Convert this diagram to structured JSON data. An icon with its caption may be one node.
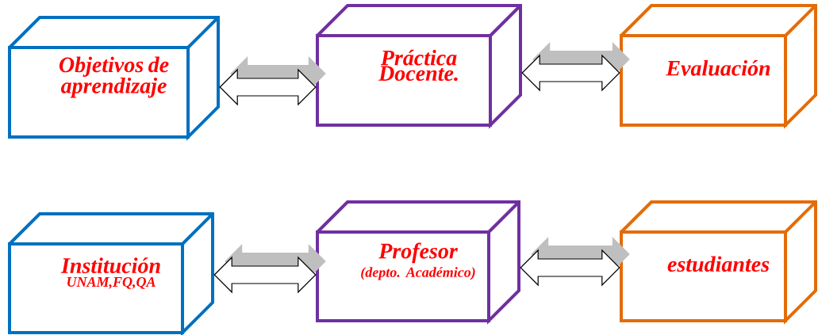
{
  "diagram": {
    "nodes": [
      {
        "text": [
          "Objetivos de aprendizaje"
        ]
      },
      {
        "text": [
          "Práctica Docente."
        ]
      },
      {
        "text": [
          "Evaluación"
        ]
      },
      {
        "text": [
          "Institución",
          "UNAM,FQ,QA"
        ]
      },
      {
        "text": [
          "Profesor",
          "(depto. Académico)"
        ]
      },
      {
        "text": [
          "estudiantes"
        ]
      }
    ],
    "edges": [
      {
        "from": 0,
        "to": 1,
        "arrow": "both"
      },
      {
        "from": 1,
        "to": 2,
        "arrow": "both"
      },
      {
        "from": 3,
        "to": 4,
        "arrow": "both"
      },
      {
        "from": 4,
        "to": 5,
        "arrow": "both"
      }
    ]
  }
}
